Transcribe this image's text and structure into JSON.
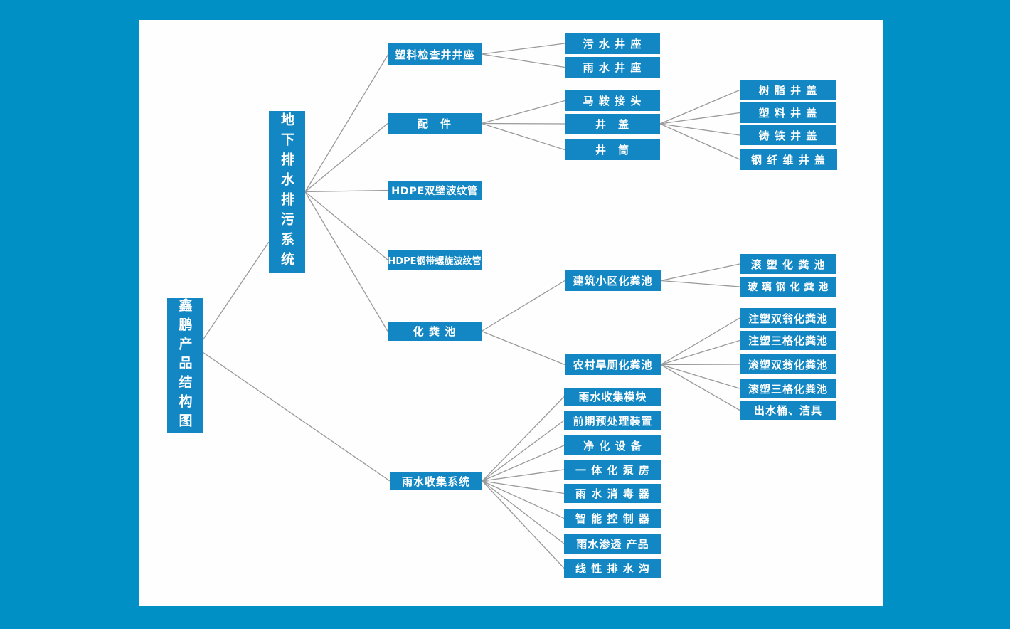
{
  "colors": {
    "background": "#0090c6",
    "canvas": "#fefefe",
    "node_fill": "#1287c3",
    "node_text": "#ffffff",
    "connector": "#9a9a9a"
  },
  "diagram": {
    "title": "鑫鹏产品结构图",
    "nodes": [
      {
        "id": "root",
        "label": "鑫鹏产品结构图",
        "parent": null
      },
      {
        "id": "underground-system",
        "label": "地下排水排污系统",
        "parent": "root"
      },
      {
        "id": "inspection-well-seat",
        "label": "塑料检查井井座",
        "parent": "underground-system"
      },
      {
        "id": "fittings",
        "label": "配　件",
        "parent": "underground-system"
      },
      {
        "id": "hdpe-double-wall-pipe",
        "label": "HDPE双壁波纹管",
        "parent": "underground-system"
      },
      {
        "id": "hdpe-steel-belt-pipe",
        "label": "HDPE钢带螺旋波纹管",
        "parent": "underground-system"
      },
      {
        "id": "septic-tank",
        "label": "化 粪 池",
        "parent": "underground-system"
      },
      {
        "id": "rainwater-system",
        "label": "雨水收集系统",
        "parent": "root"
      },
      {
        "id": "sewage-well-seat",
        "label": "污 水 井 座",
        "parent": "inspection-well-seat"
      },
      {
        "id": "rain-well-seat",
        "label": "雨 水 井 座",
        "parent": "inspection-well-seat"
      },
      {
        "id": "saddle-joint",
        "label": "马 鞍 接 头",
        "parent": "fittings"
      },
      {
        "id": "manhole-cover",
        "label": "井　盖",
        "parent": "fittings"
      },
      {
        "id": "well-shaft",
        "label": "井　筒",
        "parent": "fittings"
      },
      {
        "id": "resin-cover",
        "label": "树 脂 井 盖",
        "parent": "manhole-cover"
      },
      {
        "id": "plastic-cover",
        "label": "塑 料 井 盖",
        "parent": "manhole-cover"
      },
      {
        "id": "cast-iron-cover",
        "label": "铸 铁 井 盖",
        "parent": "manhole-cover"
      },
      {
        "id": "steel-fiber-cover",
        "label": "钢 纤 维 井 盖",
        "parent": "manhole-cover"
      },
      {
        "id": "community-septic-tank",
        "label": "建筑小区化粪池",
        "parent": "septic-tank"
      },
      {
        "id": "rural-septic-tank",
        "label": "农村旱厕化粪池",
        "parent": "septic-tank"
      },
      {
        "id": "roto-septic-tank",
        "label": "滚 塑 化 粪 池",
        "parent": "community-septic-tank"
      },
      {
        "id": "frp-septic-tank",
        "label": "玻 璃 钢 化 粪 池",
        "parent": "community-septic-tank"
      },
      {
        "id": "injection-double-urn",
        "label": "注塑双翁化粪池",
        "parent": "rural-septic-tank"
      },
      {
        "id": "injection-three-grid",
        "label": "注塑三格化粪池",
        "parent": "rural-septic-tank"
      },
      {
        "id": "roto-double-urn",
        "label": "滚塑双翁化粪池",
        "parent": "rural-septic-tank"
      },
      {
        "id": "roto-three-grid",
        "label": "滚塑三格化粪池",
        "parent": "rural-septic-tank"
      },
      {
        "id": "outlet-bucket-sanitary",
        "label": "出水桶、洁具",
        "parent": "rural-septic-tank"
      },
      {
        "id": "rain-collection-module",
        "label": "雨水收集模块",
        "parent": "rainwater-system"
      },
      {
        "id": "pretreatment-device",
        "label": "前期预处理装置",
        "parent": "rainwater-system"
      },
      {
        "id": "purification-equipment",
        "label": "净 化 设 备",
        "parent": "rainwater-system"
      },
      {
        "id": "integrated-pump-house",
        "label": "一 体 化 泵 房",
        "parent": "rainwater-system"
      },
      {
        "id": "rain-disinfector",
        "label": "雨 水 消 毒 器",
        "parent": "rainwater-system"
      },
      {
        "id": "smart-controller",
        "label": "智 能 控 制 器",
        "parent": "rainwater-system"
      },
      {
        "id": "rain-infiltration-products",
        "label": "雨水渗透 产品",
        "parent": "rainwater-system"
      },
      {
        "id": "linear-drainage-ditch",
        "label": "线 性 排 水 沟",
        "parent": "rainwater-system"
      }
    ]
  }
}
